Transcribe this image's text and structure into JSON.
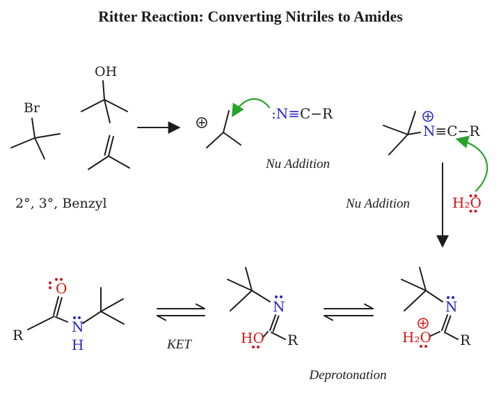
{
  "title": "Ritter Reaction: Converting Nitriles to Amides",
  "palette": {
    "black": "#1c1c1c",
    "blue": "#2424cc",
    "red": "#d41414",
    "green": "#28a428"
  },
  "reactants": {
    "bromide": "Br",
    "alcohol": "OH",
    "substrate_classes": "2°, 3°, Benzyl"
  },
  "nitrile": {
    "n_part": ":N≡",
    "c_part": "C−R"
  },
  "nitrilium": {
    "n_part": "N",
    "c_part": "≡C−R"
  },
  "water": {
    "formula": "H₂O"
  },
  "labels": {
    "nu_addition_top": "Nu Addition",
    "nu_addition_right": "Nu Addition",
    "ket": "KET",
    "deprotonation": "Deprotonation"
  },
  "amide": {
    "o": "O",
    "n": "N",
    "h": "H",
    "r": "R"
  },
  "imidic_acid": {
    "n": "N",
    "oh": "HO",
    "r": "R"
  },
  "protonated_amide": {
    "n": "N",
    "water": "H₂O",
    "r": "R"
  }
}
